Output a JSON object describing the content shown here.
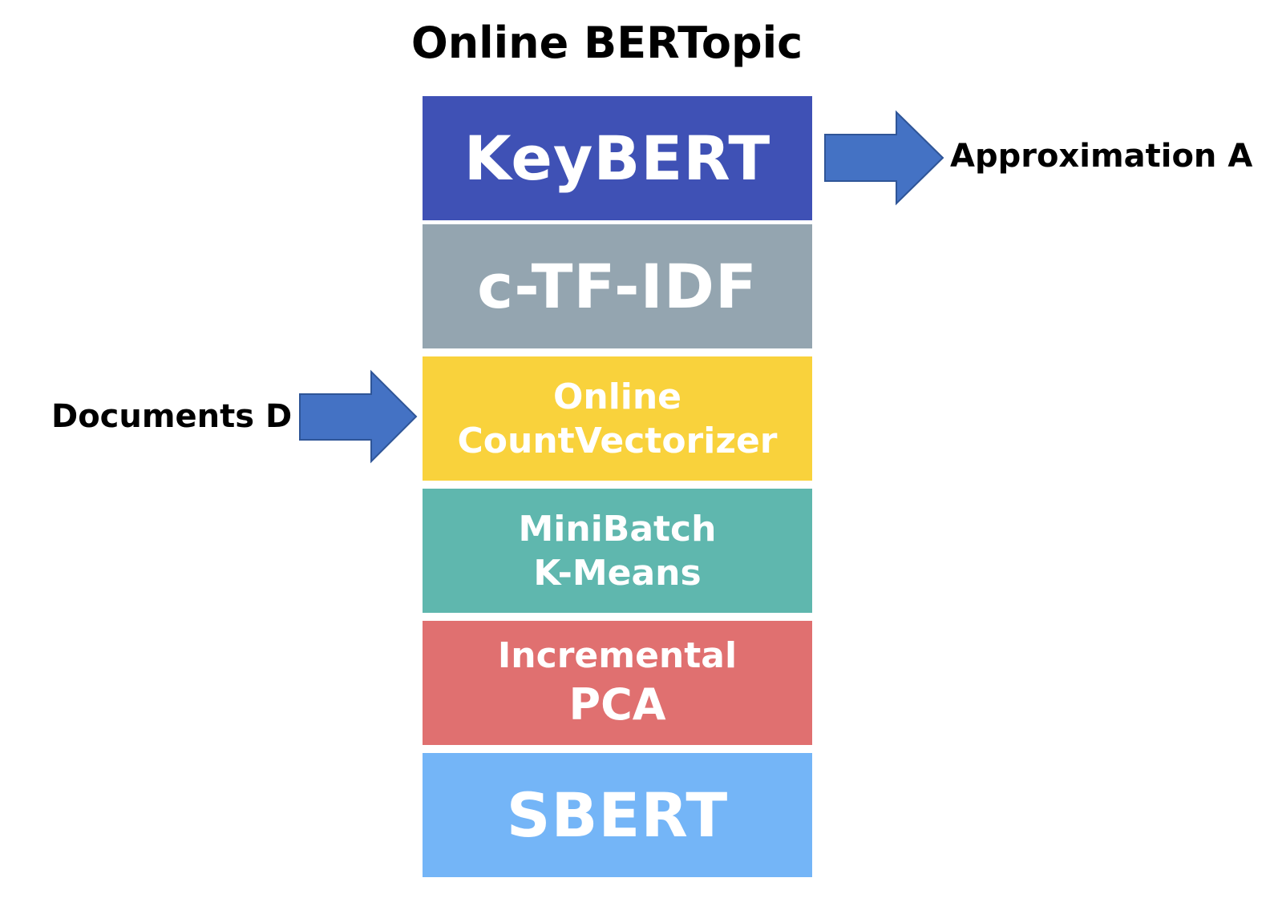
{
  "title": "Online BERTopic",
  "colors": {
    "keybert": "#3f51b5",
    "ctfidf": "#94a5b0",
    "countvectorizer": "#f9d23c",
    "kmeans": "#5fb7ae",
    "pca": "#e07070",
    "sbert": "#74b5f7",
    "arrow": "#4472c4",
    "arrow_stroke": "#2f5597"
  },
  "layers": [
    {
      "id": "keybert",
      "lines": [
        "KeyBERT"
      ]
    },
    {
      "id": "ctfidf",
      "lines": [
        "c-TF-IDF"
      ]
    },
    {
      "id": "countvectorizer",
      "lines": [
        "Online",
        "CountVectorizer"
      ]
    },
    {
      "id": "kmeans",
      "lines": [
        "MiniBatch",
        "K-Means"
      ]
    },
    {
      "id": "pca",
      "lines": [
        "Incremental",
        "PCA"
      ]
    },
    {
      "id": "sbert",
      "lines": [
        "SBERT"
      ]
    }
  ],
  "input_label": "Documents D",
  "output_label": "Approximation A",
  "icons": {
    "input_arrow": "right-arrow-icon",
    "output_arrow": "right-arrow-icon"
  }
}
